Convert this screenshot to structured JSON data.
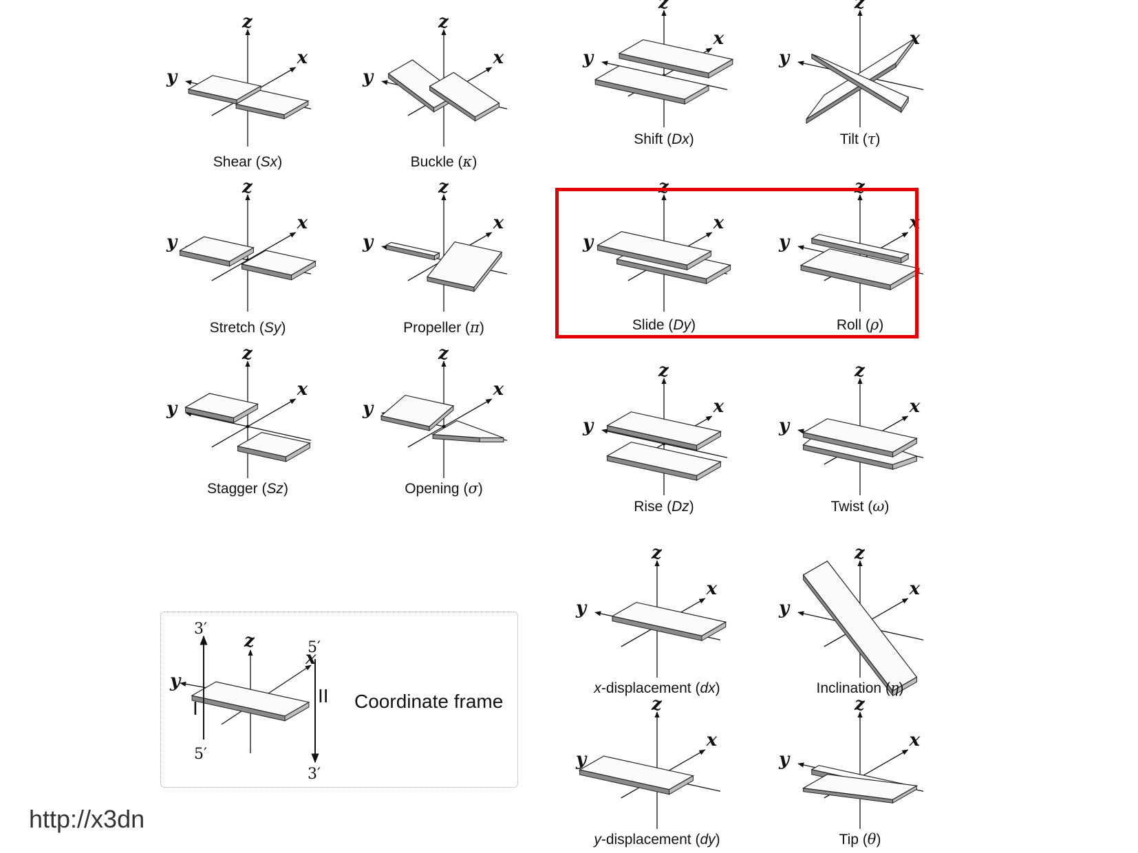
{
  "panels": [
    {
      "id": "shear",
      "name": "Shear",
      "sym": "Sx",
      "var": true,
      "type": "shear"
    },
    {
      "id": "buckle",
      "name": "Buckle",
      "sym": "κ",
      "var": false,
      "type": "buckle"
    },
    {
      "id": "shift",
      "name": "Shift",
      "sym": "Dx",
      "var": true,
      "type": "shift"
    },
    {
      "id": "tilt",
      "name": "Tilt",
      "sym": "τ",
      "var": false,
      "type": "tilt"
    },
    {
      "id": "stretch",
      "name": "Stretch",
      "sym": "Sy",
      "var": true,
      "type": "stretch"
    },
    {
      "id": "propeller",
      "name": "Propeller",
      "sym": "π",
      "var": false,
      "type": "propeller"
    },
    {
      "id": "slide",
      "name": "Slide",
      "sym": "Dy",
      "var": true,
      "type": "slide"
    },
    {
      "id": "roll",
      "name": "Roll",
      "sym": "ρ",
      "var": false,
      "type": "roll"
    },
    {
      "id": "stagger",
      "name": "Stagger",
      "sym": "Sz",
      "var": true,
      "type": "stagger"
    },
    {
      "id": "opening",
      "name": "Opening",
      "sym": "σ",
      "var": false,
      "type": "opening"
    },
    {
      "id": "rise",
      "name": "Rise",
      "sym": "Dz",
      "var": true,
      "type": "rise"
    },
    {
      "id": "twist",
      "name": "Twist",
      "sym": "ω",
      "var": false,
      "type": "twist"
    },
    {
      "id": "xdisp",
      "name": "x-displacement",
      "sym": "dx",
      "var": true,
      "type": "xdisp",
      "italicPrefix": true
    },
    {
      "id": "incl",
      "name": "Inclination",
      "sym": "η",
      "var": false,
      "type": "incl"
    },
    {
      "id": "ydisp",
      "name": "y-displacement",
      "sym": "dy",
      "var": true,
      "type": "ydisp",
      "italicPrefix": true
    },
    {
      "id": "tip",
      "name": "Tip",
      "sym": "θ",
      "var": false,
      "type": "tip"
    }
  ],
  "axes": {
    "x": "x",
    "y": "y",
    "z": "z"
  },
  "frame": {
    "title": "Coordinate frame",
    "strand_one": "I",
    "strand_two": "II",
    "top_left": "3′",
    "bottom_left": "5′",
    "top_right": "5′",
    "bottom_right": "3′"
  },
  "url": "http://x3dn",
  "highlight_color": "#e30000"
}
